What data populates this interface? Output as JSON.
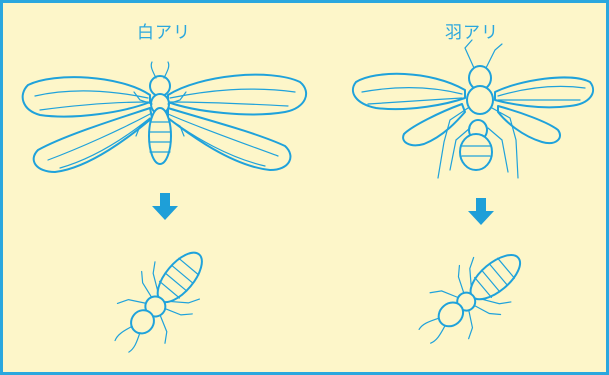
{
  "labels": {
    "left": "白アリ",
    "right": "羽アリ"
  },
  "icons": {
    "left_top": "winged-termite",
    "left_bottom": "worker-termite",
    "right_top": "flying-ant",
    "right_bottom": "ant-worker",
    "arrows": "down-arrow"
  },
  "colors": {
    "background": "#fdf6c9",
    "border": "#2aa7de",
    "ink": "#1fa2db"
  }
}
